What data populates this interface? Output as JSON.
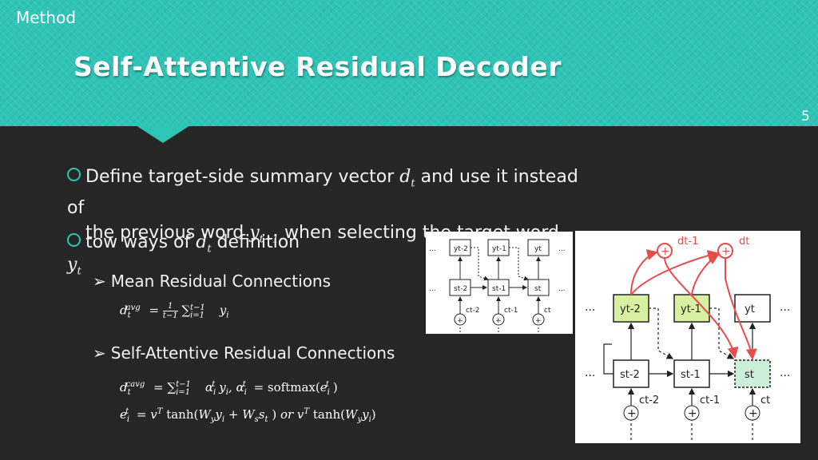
{
  "header": {
    "section": "Method",
    "title": "Self-Attentive Residual Decoder",
    "page": "5"
  },
  "bullets": {
    "b1_pre": "Define target-side summary vector ",
    "b1_dt": "d",
    "b1_mid": " and use it instead of",
    "b1_line2_pre": "the previous word ",
    "b1_y": "y",
    "b1_line2_mid": " when selecting the target word ",
    "b2_pre": "tow ways of ",
    "b2_post": " definition",
    "sub1": "Mean Residual Connections",
    "sub2": "Self-Attentive Residual Connections"
  },
  "equations": {
    "eq1": "d_t^avg = 1/(t−1) Σ_{i=1}^{t−1} y_i",
    "eq2": "d_t^cavg = Σ_{i=1}^{t−1} α_i^t y_i , α_i^t = softmax(e_i^t)",
    "eq3": "e_i^t = v^T tanh(W_y y_i + W_s s_t ) or v^T tanh(W_y y_i)"
  },
  "figure_small": {
    "y_nodes": [
      "yt-2",
      "yt-1",
      "yt"
    ],
    "s_nodes": [
      "st-2",
      "st-1",
      "st"
    ],
    "c_nodes": [
      "ct-2",
      "ct-1",
      "ct"
    ],
    "ellipsis": "..."
  },
  "figure_big": {
    "d_labels": [
      "dt-1",
      "dt"
    ],
    "y_nodes": [
      "yt-2",
      "yt-1",
      "yt"
    ],
    "s_nodes": [
      "st-2",
      "st-1",
      "st"
    ],
    "c_nodes": [
      "ct-2",
      "ct-1",
      "ct"
    ],
    "ellipsis": "...",
    "colors": {
      "accent_red": "#ea4b4b",
      "green_fill": "#d9f0a3",
      "green_dashed_fill": "#ccefd9"
    }
  },
  "colors": {
    "teal": "#2ec4b6",
    "background": "#262626"
  }
}
